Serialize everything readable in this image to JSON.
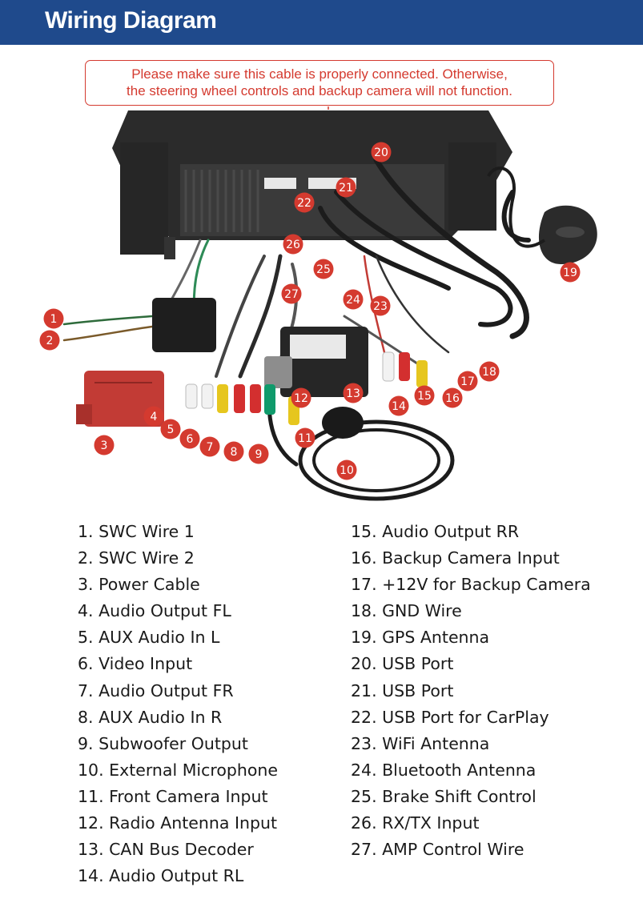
{
  "header": {
    "title": "Wiring Diagram",
    "color": "#1f4a8c"
  },
  "notice": {
    "line1": "Please make sure this cable is properly connected. Otherwise,",
    "line2": "the steering wheel controls and backup camera will not function.",
    "color": "#d43a2f"
  },
  "markers": {
    "m1": "1",
    "m2": "2",
    "m3": "3",
    "m4": "4",
    "m5": "5",
    "m6": "6",
    "m7": "7",
    "m8": "8",
    "m9": "9",
    "m10": "10",
    "m11": "11",
    "m12": "12",
    "m13": "13",
    "m14": "14",
    "m15": "15",
    "m16": "16",
    "m17": "17",
    "m18": "18",
    "m19": "19",
    "m20": "20",
    "m21": "21",
    "m22": "22",
    "m23": "23",
    "m24": "24",
    "m25": "25",
    "m26": "26",
    "m27": "27"
  },
  "legend": {
    "left": [
      "1. SWC Wire 1",
      "2. SWC Wire 2",
      "3. Power Cable",
      "4. Audio Output FL",
      "5. AUX Audio In L",
      "6. Video Input",
      "7. Audio Output FR",
      "8. AUX Audio In R",
      "9. Subwoofer Output",
      "10. External Microphone",
      "11. Front Camera Input",
      "12. Radio Antenna Input",
      "13. CAN Bus Decoder",
      "14. Audio Output RL"
    ],
    "right": [
      "15. Audio Output RR",
      "16. Backup Camera Input",
      "17. +12V for Backup Camera",
      "18. GND Wire",
      "19. GPS Antenna",
      "20. USB Port",
      "21. USB Port",
      "22. USB Port for CarPlay",
      "23. WiFi Antenna",
      "24. Bluetooth Antenna",
      "25. Brake Shift Control",
      "26. RX/TX Input",
      "27. AMP Control Wire"
    ]
  },
  "colors": {
    "marker": "#d43a2f",
    "unit": "#2b2b2b",
    "harness": "#c23b35"
  }
}
